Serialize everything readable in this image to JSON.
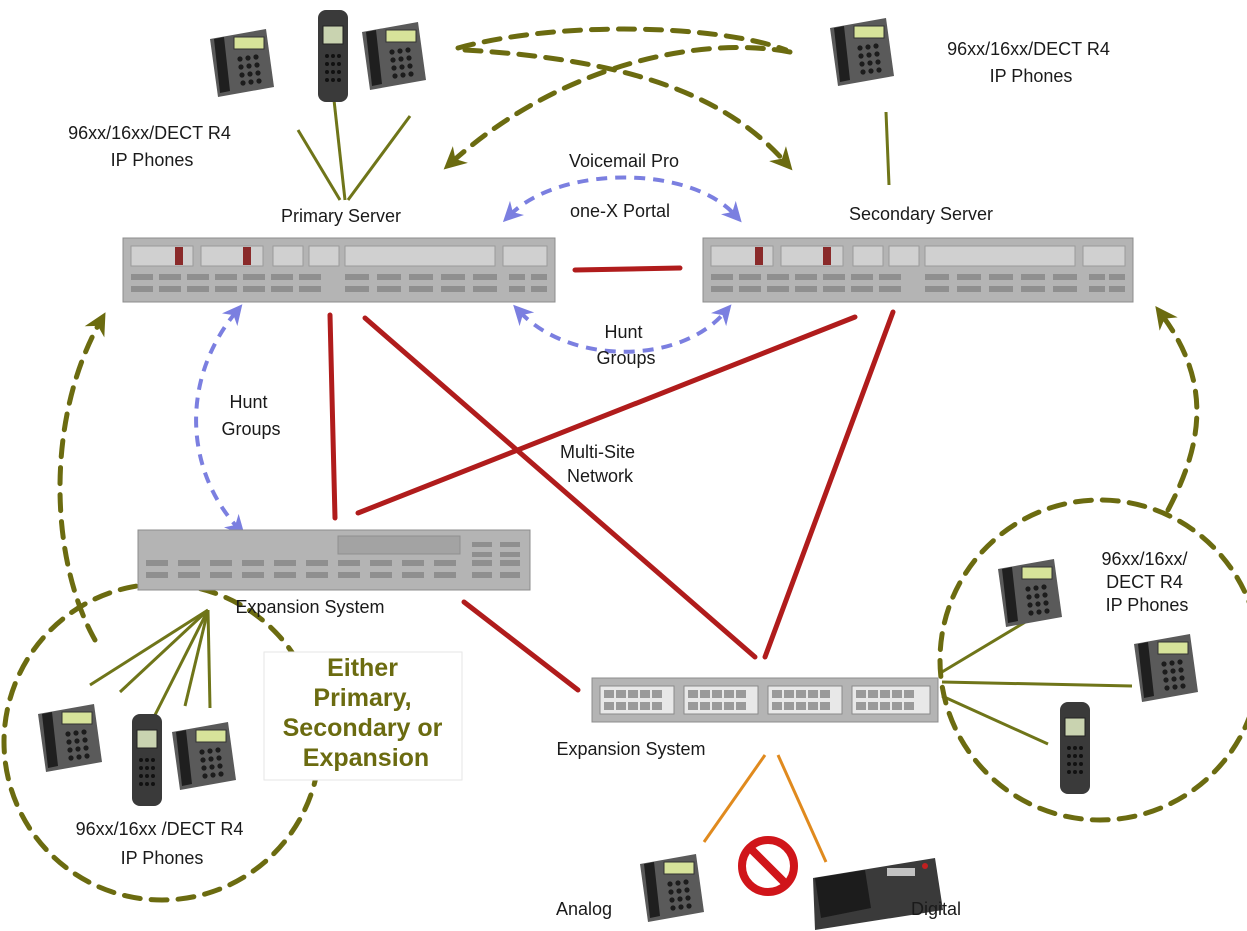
{
  "labels": {
    "primary_phones": [
      "96xx/16xx/DECT R4",
      "IP Phones"
    ],
    "secondary_phones": [
      "96xx/16xx/DECT R4",
      "IP Phones"
    ],
    "primary_server": "Primary Server",
    "secondary_server": "Secondary Server",
    "voicemail_pro": "Voicemail Pro",
    "one_x_portal": "one-X Portal",
    "hunt_groups_top": [
      "Hunt",
      "Groups"
    ],
    "hunt_groups_left": [
      "Hunt",
      "Groups"
    ],
    "multi_site": [
      "Multi-Site",
      "Network"
    ],
    "expansion_left": "Expansion System",
    "expansion_right": "Expansion System",
    "either": [
      "Either",
      "Primary,",
      "Secondary or",
      "Expansion"
    ],
    "left_phones": [
      "96xx/16xx /DECT R4",
      "IP Phones"
    ],
    "right_phones": [
      "96xx/16xx/",
      "DECT R4",
      "IP Phones"
    ],
    "analog": "Analog",
    "digital": "Digital"
  },
  "colors": {
    "network_link": "#b01c1c",
    "phone_link": "#6f7519",
    "failover_arrow": "#6b6b10",
    "resilience_arrow": "#7b7fe0",
    "analog_digital_link": "#e08a1e",
    "server_body": "#b4b4b4"
  },
  "icons": [
    "desk-phone-icon",
    "dect-handset-icon",
    "server-unit-icon",
    "switch-unit-icon",
    "no-entry-icon"
  ]
}
